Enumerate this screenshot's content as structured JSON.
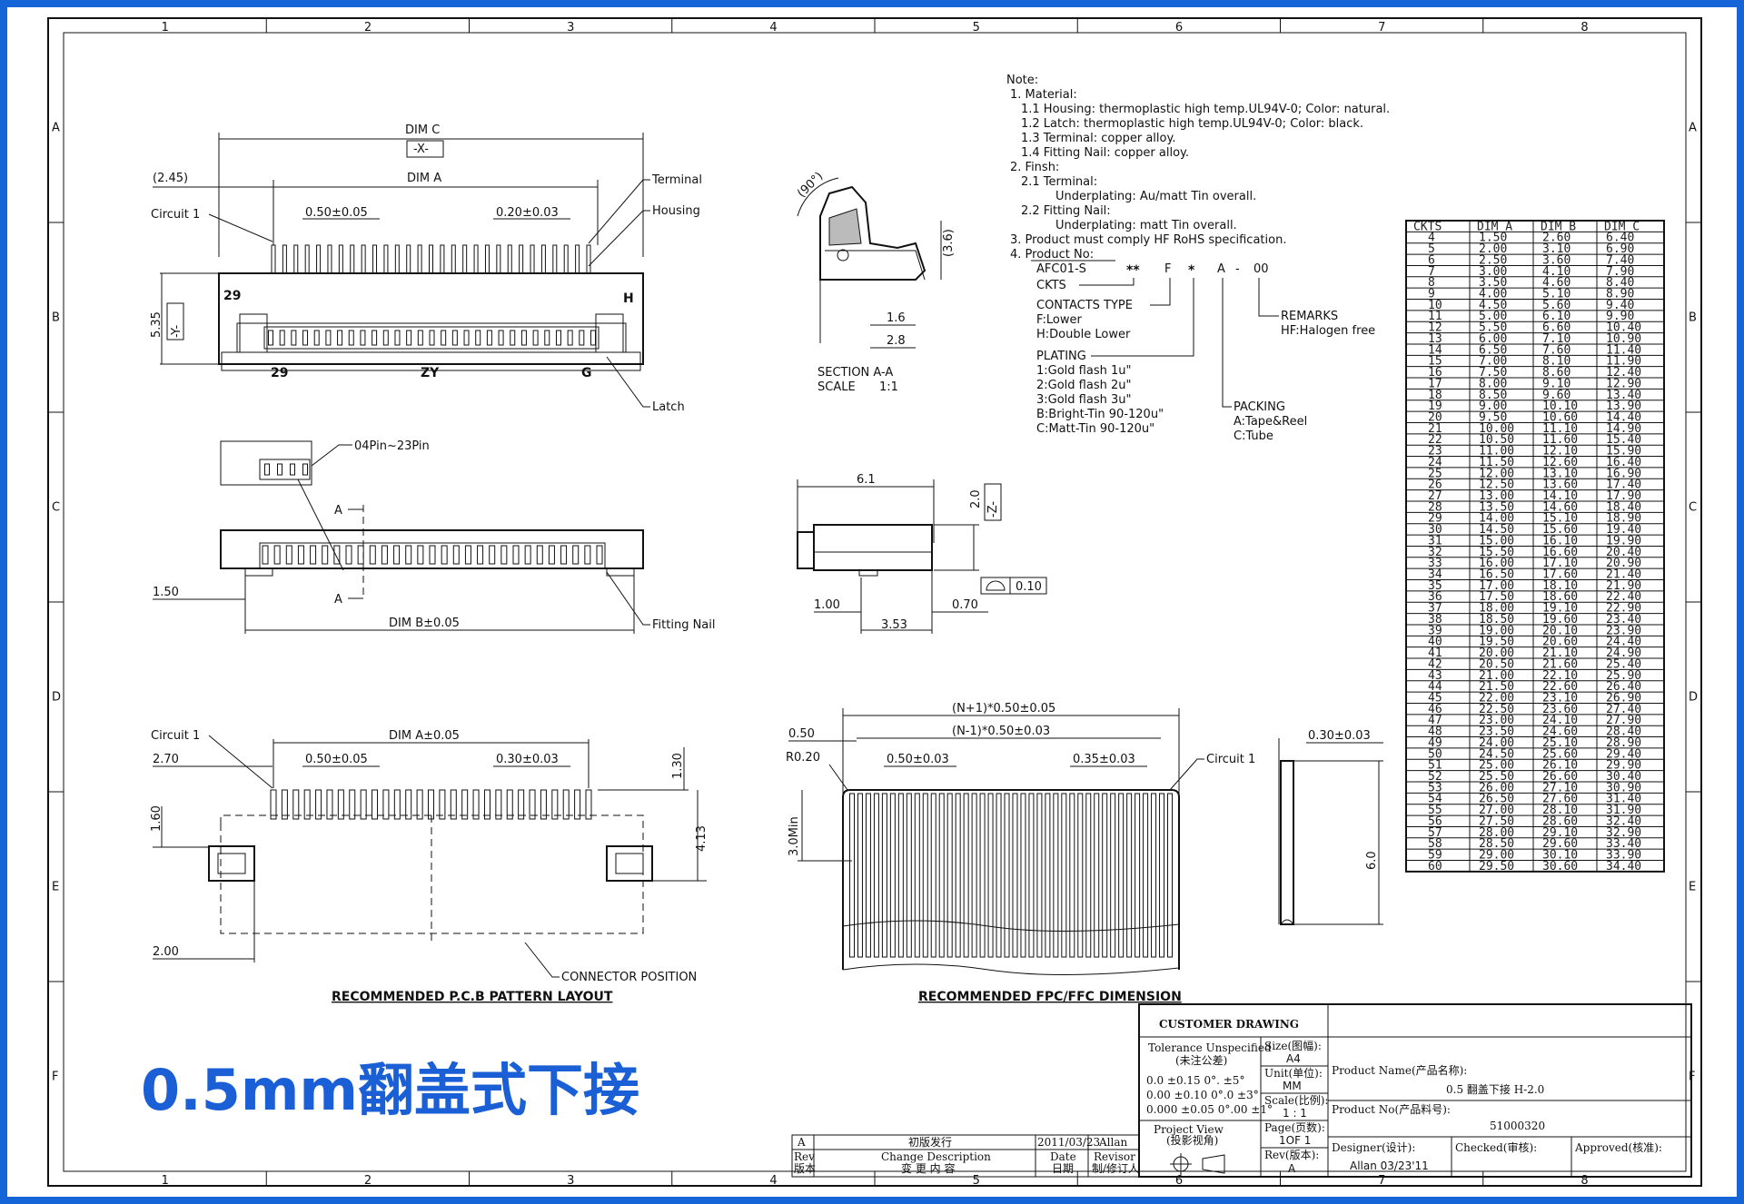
{
  "banner": "0.5mm翻盖式下接",
  "grid": {
    "columns": [
      "1",
      "2",
      "3",
      "4",
      "5",
      "6",
      "7",
      "8"
    ],
    "rows": [
      "A",
      "B",
      "C",
      "D",
      "E",
      "F"
    ]
  },
  "notes": [
    "Note:",
    "1. Material:",
    "1.1 Housing: thermoplastic high temp.UL94V-0; Color: natural.",
    "1.2 Latch: thermoplastic high temp.UL94V-0; Color: black.",
    "1.3 Terminal: copper alloy.",
    "1.4 Fitting Nail: copper alloy.",
    "2. Finsh:",
    "2.1 Terminal:",
    "Underplating: Au/matt Tin overall.",
    "2.2 Fitting Nail:",
    "Underplating: matt Tin overall.",
    "3. Product must comply HF RoHS specification.",
    "4. Product No:"
  ],
  "product_code": {
    "base": "AFC01-S",
    "ckts_mark": "**",
    "f": "F",
    "star": "*",
    "a": "A",
    "dash": "-",
    "remarks_code": "00",
    "ckts": "CKTS",
    "contacts_type": "CONTACTS TYPE",
    "f_lower": "F:Lower",
    "h_double": "H:Double Lower",
    "plating": "PLATING",
    "plating_options": [
      "1:Gold flash 1u\"",
      "2:Gold flash 2u\"",
      "3:Gold flash 3u\"",
      "B:Bright-Tin 90-120u\"",
      "C:Matt-Tin 90-120u\""
    ],
    "remarks": "REMARKS",
    "hf": "HF:Halogen free",
    "packing": "PACKING",
    "packing_options": [
      "A:Tape&Reel",
      "C:Tube"
    ]
  },
  "top_view": {
    "dim_c": "DIM C",
    "x_box": "-X-",
    "dim_a": "DIM A",
    "offset": "(2.45)",
    "circuit1": "Circuit 1",
    "pitch": "0.50±0.05",
    "width": "0.20±0.03",
    "terminal": "Terminal",
    "housing": "Housing",
    "height": "5.35",
    "y_box": "-Y-",
    "mark_29": "29",
    "mark_h": "H",
    "mark_29b": "29",
    "mark_zy": "ZY",
    "mark_g": "G",
    "latch": "Latch"
  },
  "pin_view": {
    "pins": "04Pin~23Pin",
    "a_mark": "A",
    "dim_150": "1.50",
    "dim_b": "DIM B±0.05",
    "fitting_nail": "Fitting Nail"
  },
  "section": {
    "angle": "(90°)",
    "height": "(3.6)",
    "d16": "1.6",
    "d28": "2.8",
    "title": "SECTION A-A",
    "scale": "SCALE",
    "scale_val": "1:1"
  },
  "side_view": {
    "d61": "6.1",
    "d20": "2.0",
    "z_box": "-Z-",
    "flat": "0.10",
    "d100": "1.00",
    "d070": "0.70",
    "d353": "3.53"
  },
  "pcb": {
    "circuit1": "Circuit 1",
    "dim_a": "DIM A±0.05",
    "d270": "2.70",
    "pitch": "0.50±0.05",
    "width": "0.30±0.03",
    "d130": "1.30",
    "d160": "1.60",
    "d413": "4.13",
    "d200": "2.00",
    "connector": "CONNECTOR POSITION",
    "title": "RECOMMENDED P.C.B PATTERN LAYOUT"
  },
  "fpc": {
    "n_plus": "(N+1)*0.50±0.05",
    "n_minus": "(N-1)*0.50±0.03",
    "d050": "0.50",
    "r020": "R0.20",
    "pitch": "0.50±0.03",
    "width": "0.35±0.03",
    "circuit1": "Circuit 1",
    "min": "3.0Min",
    "thick": "0.30±0.03",
    "d60": "6.0",
    "title": "RECOMMENDED FPC/FFC DIMENSION"
  },
  "table": {
    "headers": [
      "CKTS",
      "DIM A",
      "DIM B",
      "DIM C"
    ],
    "rows": [
      [
        "4",
        "1.50",
        "2.60",
        "6.40"
      ],
      [
        "5",
        "2.00",
        "3.10",
        "6.90"
      ],
      [
        "6",
        "2.50",
        "3.60",
        "7.40"
      ],
      [
        "7",
        "3.00",
        "4.10",
        "7.90"
      ],
      [
        "8",
        "3.50",
        "4.60",
        "8.40"
      ],
      [
        "9",
        "4.00",
        "5.10",
        "8.90"
      ],
      [
        "10",
        "4.50",
        "5.60",
        "9.40"
      ],
      [
        "11",
        "5.00",
        "6.10",
        "9.90"
      ],
      [
        "12",
        "5.50",
        "6.60",
        "10.40"
      ],
      [
        "13",
        "6.00",
        "7.10",
        "10.90"
      ],
      [
        "14",
        "6.50",
        "7.60",
        "11.40"
      ],
      [
        "15",
        "7.00",
        "8.10",
        "11.90"
      ],
      [
        "16",
        "7.50",
        "8.60",
        "12.40"
      ],
      [
        "17",
        "8.00",
        "9.10",
        "12.90"
      ],
      [
        "18",
        "8.50",
        "9.60",
        "13.40"
      ],
      [
        "19",
        "9.00",
        "10.10",
        "13.90"
      ],
      [
        "20",
        "9.50",
        "10.60",
        "14.40"
      ],
      [
        "21",
        "10.00",
        "11.10",
        "14.90"
      ],
      [
        "22",
        "10.50",
        "11.60",
        "15.40"
      ],
      [
        "23",
        "11.00",
        "12.10",
        "15.90"
      ],
      [
        "24",
        "11.50",
        "12.60",
        "16.40"
      ],
      [
        "25",
        "12.00",
        "13.10",
        "16.90"
      ],
      [
        "26",
        "12.50",
        "13.60",
        "17.40"
      ],
      [
        "27",
        "13.00",
        "14.10",
        "17.90"
      ],
      [
        "28",
        "13.50",
        "14.60",
        "18.40"
      ],
      [
        "29",
        "14.00",
        "15.10",
        "18.90"
      ],
      [
        "30",
        "14.50",
        "15.60",
        "19.40"
      ],
      [
        "31",
        "15.00",
        "16.10",
        "19.90"
      ],
      [
        "32",
        "15.50",
        "16.60",
        "20.40"
      ],
      [
        "33",
        "16.00",
        "17.10",
        "20.90"
      ],
      [
        "34",
        "16.50",
        "17.60",
        "21.40"
      ],
      [
        "35",
        "17.00",
        "18.10",
        "21.90"
      ],
      [
        "36",
        "17.50",
        "18.60",
        "22.40"
      ],
      [
        "37",
        "18.00",
        "19.10",
        "22.90"
      ],
      [
        "38",
        "18.50",
        "19.60",
        "23.40"
      ],
      [
        "39",
        "19.00",
        "20.10",
        "23.90"
      ],
      [
        "40",
        "19.50",
        "20.60",
        "24.40"
      ],
      [
        "41",
        "20.00",
        "21.10",
        "24.90"
      ],
      [
        "42",
        "20.50",
        "21.60",
        "25.40"
      ],
      [
        "43",
        "21.00",
        "22.10",
        "25.90"
      ],
      [
        "44",
        "21.50",
        "22.60",
        "26.40"
      ],
      [
        "45",
        "22.00",
        "23.10",
        "26.90"
      ],
      [
        "46",
        "22.50",
        "23.60",
        "27.40"
      ],
      [
        "47",
        "23.00",
        "24.10",
        "27.90"
      ],
      [
        "48",
        "23.50",
        "24.60",
        "28.40"
      ],
      [
        "49",
        "24.00",
        "25.10",
        "28.90"
      ],
      [
        "50",
        "24.50",
        "25.60",
        "29.40"
      ],
      [
        "51",
        "25.00",
        "26.10",
        "29.90"
      ],
      [
        "52",
        "25.50",
        "26.60",
        "30.40"
      ],
      [
        "53",
        "26.00",
        "27.10",
        "30.90"
      ],
      [
        "54",
        "26.50",
        "27.60",
        "31.40"
      ],
      [
        "55",
        "27.00",
        "28.10",
        "31.90"
      ],
      [
        "56",
        "27.50",
        "28.60",
        "32.40"
      ],
      [
        "57",
        "28.00",
        "29.10",
        "32.90"
      ],
      [
        "58",
        "28.50",
        "29.60",
        "33.40"
      ],
      [
        "59",
        "29.00",
        "30.10",
        "33.90"
      ],
      [
        "60",
        "29.50",
        "30.60",
        "34.40"
      ]
    ]
  },
  "title_block": {
    "customer": "CUSTOMER DRAWING",
    "tol_title": "Tolerance Unspecified",
    "tol_sub": "(未注公差)",
    "tol_rows": [
      "0.0    ±0.15  0°.    ±5°",
      "0.00   ±0.10  0°.0   ±3°",
      "0.000  ±0.05  0°.00  ±1°"
    ],
    "size_label": "Size(图幅):",
    "size_val": "A4",
    "unit_label": "Unit(单位):",
    "unit_val": "MM",
    "scale_label": "Scale(比例):",
    "scale_val": "1 : 1",
    "page_label": "Page(页数):",
    "page_val": "1OF 1",
    "rev_label": "Rev(版本):",
    "rev_val": "A",
    "proj_label": "Project View",
    "proj_sub": "(投影视角)",
    "product_name_label": "Product Name(产品名称):",
    "product_name_val": "0.5     翻盖下接 H-2.0",
    "product_no_label": "Product No(产品料号):",
    "product_no_val": "51000320",
    "designer_label": "Designer(设计):",
    "designer_val": "Allan 03/23'11",
    "checked_label": "Checked(审核):",
    "approved_label": "Approved(核准):",
    "rev_row": [
      "A",
      "初版发行",
      "2011/03/23",
      "Allan"
    ],
    "rev_head": [
      "Rev",
      "Change Description",
      "Date",
      "Revisor"
    ],
    "rev_head_cn": [
      "版本",
      "变 更 内 容",
      "日期",
      "制/修订人"
    ]
  }
}
